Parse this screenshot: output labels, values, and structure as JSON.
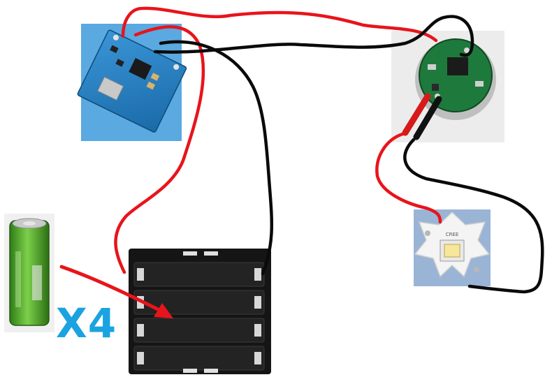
{
  "multiplier_label": "X4",
  "led_chip_label": "CREE",
  "colors": {
    "positive_wire": "#e8141b",
    "negative_wire": "#0a0a0a",
    "arrow": "#e8141b",
    "multiplier_text": "#1aa3e0",
    "charger_board": "#1f7fc4",
    "driver_board": "#1e7a3c",
    "battery_wrap": "#4caf2a",
    "holder": "#151515",
    "star_board": "#f4f4f4"
  },
  "components": [
    {
      "id": "charger-module",
      "icon": "usb-charger-board-icon"
    },
    {
      "id": "led-driver",
      "icon": "round-driver-board-icon"
    },
    {
      "id": "led-star",
      "icon": "led-star-icon"
    },
    {
      "id": "battery",
      "icon": "cylindrical-cell-icon"
    },
    {
      "id": "battery-holder",
      "icon": "four-cell-holder-icon"
    }
  ]
}
